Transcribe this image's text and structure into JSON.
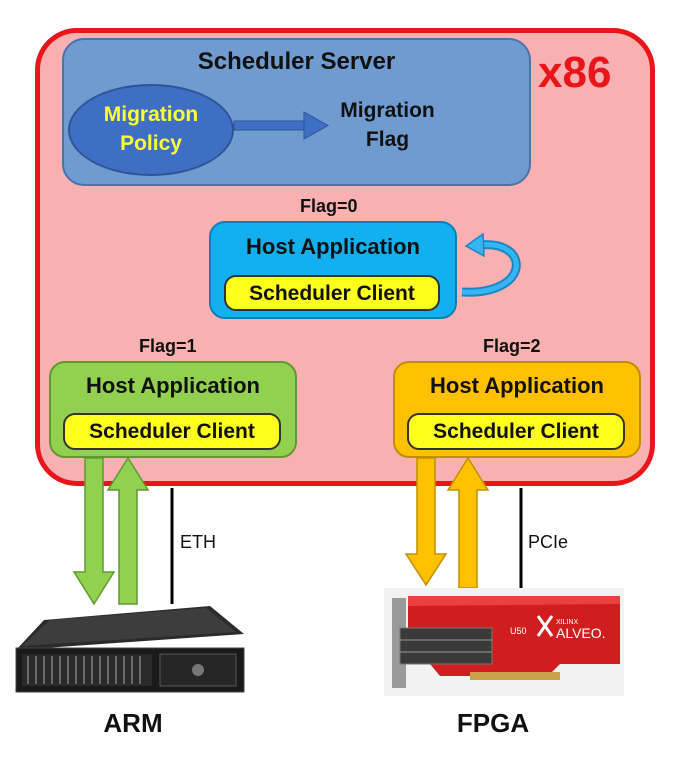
{
  "x86": {
    "label": "x86"
  },
  "scheduler_server": {
    "title": "Scheduler Server",
    "policy_line1": "Migration",
    "policy_line2": "Policy",
    "flag_line1": "Migration",
    "flag_line2": "Flag"
  },
  "hosts": [
    {
      "flag": "Flag=0",
      "title": "Host Application",
      "client": "Scheduler Client"
    },
    {
      "flag": "Flag=1",
      "title": "Host Application",
      "client": "Scheduler Client"
    },
    {
      "flag": "Flag=2",
      "title": "Host Application",
      "client": "Scheduler Client"
    }
  ],
  "connections": {
    "eth": "ETH",
    "pcie": "PCIe"
  },
  "devices": {
    "arm": "ARM",
    "fpga": "FPGA",
    "card_model": "U50",
    "card_brand": "XILINX",
    "card_product": "ALVEO."
  },
  "colors": {
    "x86_border": "#e8151b",
    "x86_fill": "#f8b0b0",
    "server_fill": "#6f9bd0",
    "policy_fill": "#3f6fc4",
    "host0_fill": "#12b0ef",
    "host1_fill": "#92d050",
    "host2_fill": "#ffc000",
    "client_fill": "#ffff1e"
  }
}
